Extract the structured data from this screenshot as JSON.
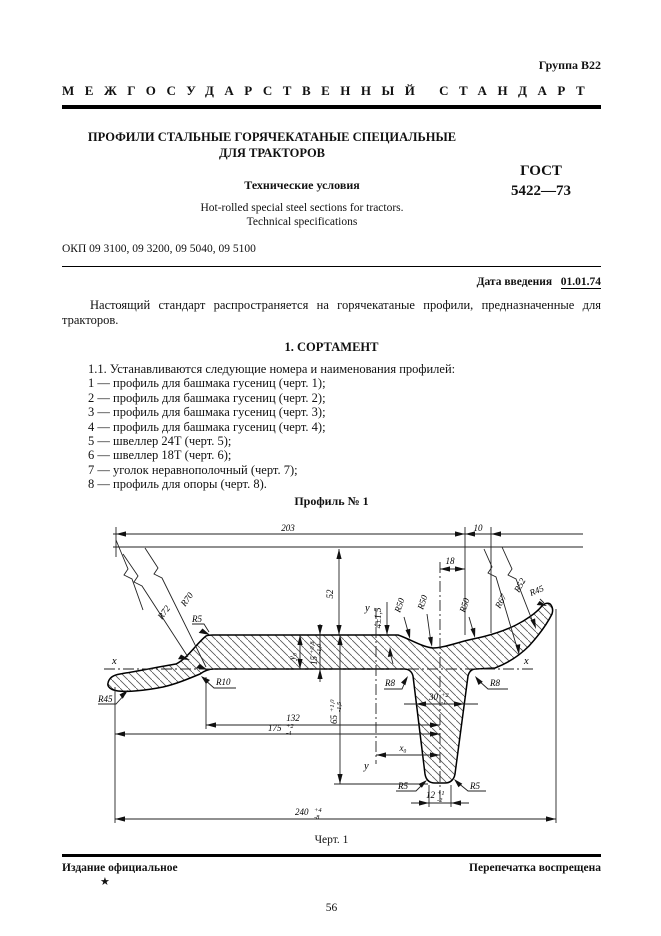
{
  "header": {
    "group": "Группа В22",
    "standard_type": "МЕЖГОСУДАРСТВЕННЫЙ СТАНДАРТ"
  },
  "title_block": {
    "title_line1": "ПРОФИЛИ СТАЛЬНЫЕ ГОРЯЧЕКАТАНЫЕ СПЕЦИАЛЬНЫЕ",
    "title_line2": "ДЛЯ ТРАКТОРОВ",
    "subtitle": "Технические условия",
    "gost_label": "ГОСТ",
    "gost_number": "5422—73",
    "title_en1": "Hot-rolled special steel sections for tractors.",
    "title_en2": "Technical specifications",
    "okp": "ОКП 09 3100, 09 3200, 09 5040, 09 5100"
  },
  "intro": {
    "date_label": "Дата введения",
    "date_value": "01.01.74",
    "paragraph": "Настоящий стандарт распространяется на горячекатаные профили, предназначенные для тракторов."
  },
  "section": {
    "heading": "1. СОРТАМЕНТ",
    "clause": "1.1. Устанавливаются следующие номера и наименования профилей:",
    "items": [
      "1 — профиль для башмака гусениц (черт. 1);",
      "2 — профиль для башмака гусениц (черт. 2);",
      "3 — профиль для башмака гусениц (черт. 3);",
      "4 — профиль для башмака гусениц (черт. 4);",
      "5 — швеллер 24Т (черт. 5);",
      "6 — швеллер 18Т (черт. 6);",
      "7 — уголок неравнополочный (черт. 7);",
      "8 — профиль для опоры (черт. 8)."
    ],
    "profile_caption": "Профиль № 1"
  },
  "drawing": {
    "caption": "Черт. 1",
    "dims": {
      "d203": "203",
      "d10": "10",
      "d18": "18",
      "d52": "52",
      "d4": "4±1,5",
      "y0": "y₀",
      "x0": "x₀",
      "d15": "15",
      "d15_sup": "+0,8",
      "d15_sub": "-1,0",
      "d65": "65",
      "d65_sup": "+1,0",
      "d65_sub": "-1,5",
      "d132": "132",
      "d175": "175",
      "d175_sup": "+2",
      "d175_sub": "-4",
      "d30": "30",
      "d30_sup": "+2",
      "d30_sub": "-1",
      "d12": "12",
      "d12_sup": "+1",
      "d12_sub": "-2",
      "d240": "240",
      "d240_sup": "+4",
      "d240_sub": "-8"
    },
    "radii": {
      "r72": "R72",
      "r70": "R70",
      "r5_top": "R5",
      "r45_left": "R45",
      "r10": "R10",
      "r50_1": "R50",
      "r50_2": "R50",
      "r50_3": "R50",
      "r67": "R67",
      "r52": "R52",
      "r45_right": "R45",
      "r8_left": "R8",
      "r8_right": "R8",
      "r5_bl": "R5",
      "r5_br": "R5"
    },
    "axes": {
      "x_left": "x",
      "x_right": "x",
      "y_top": "y",
      "y_bottom": "y"
    }
  },
  "footer": {
    "left": "Издание официальное",
    "right": "Перепечатка воспрещена",
    "star": "★",
    "page_number": "56"
  }
}
